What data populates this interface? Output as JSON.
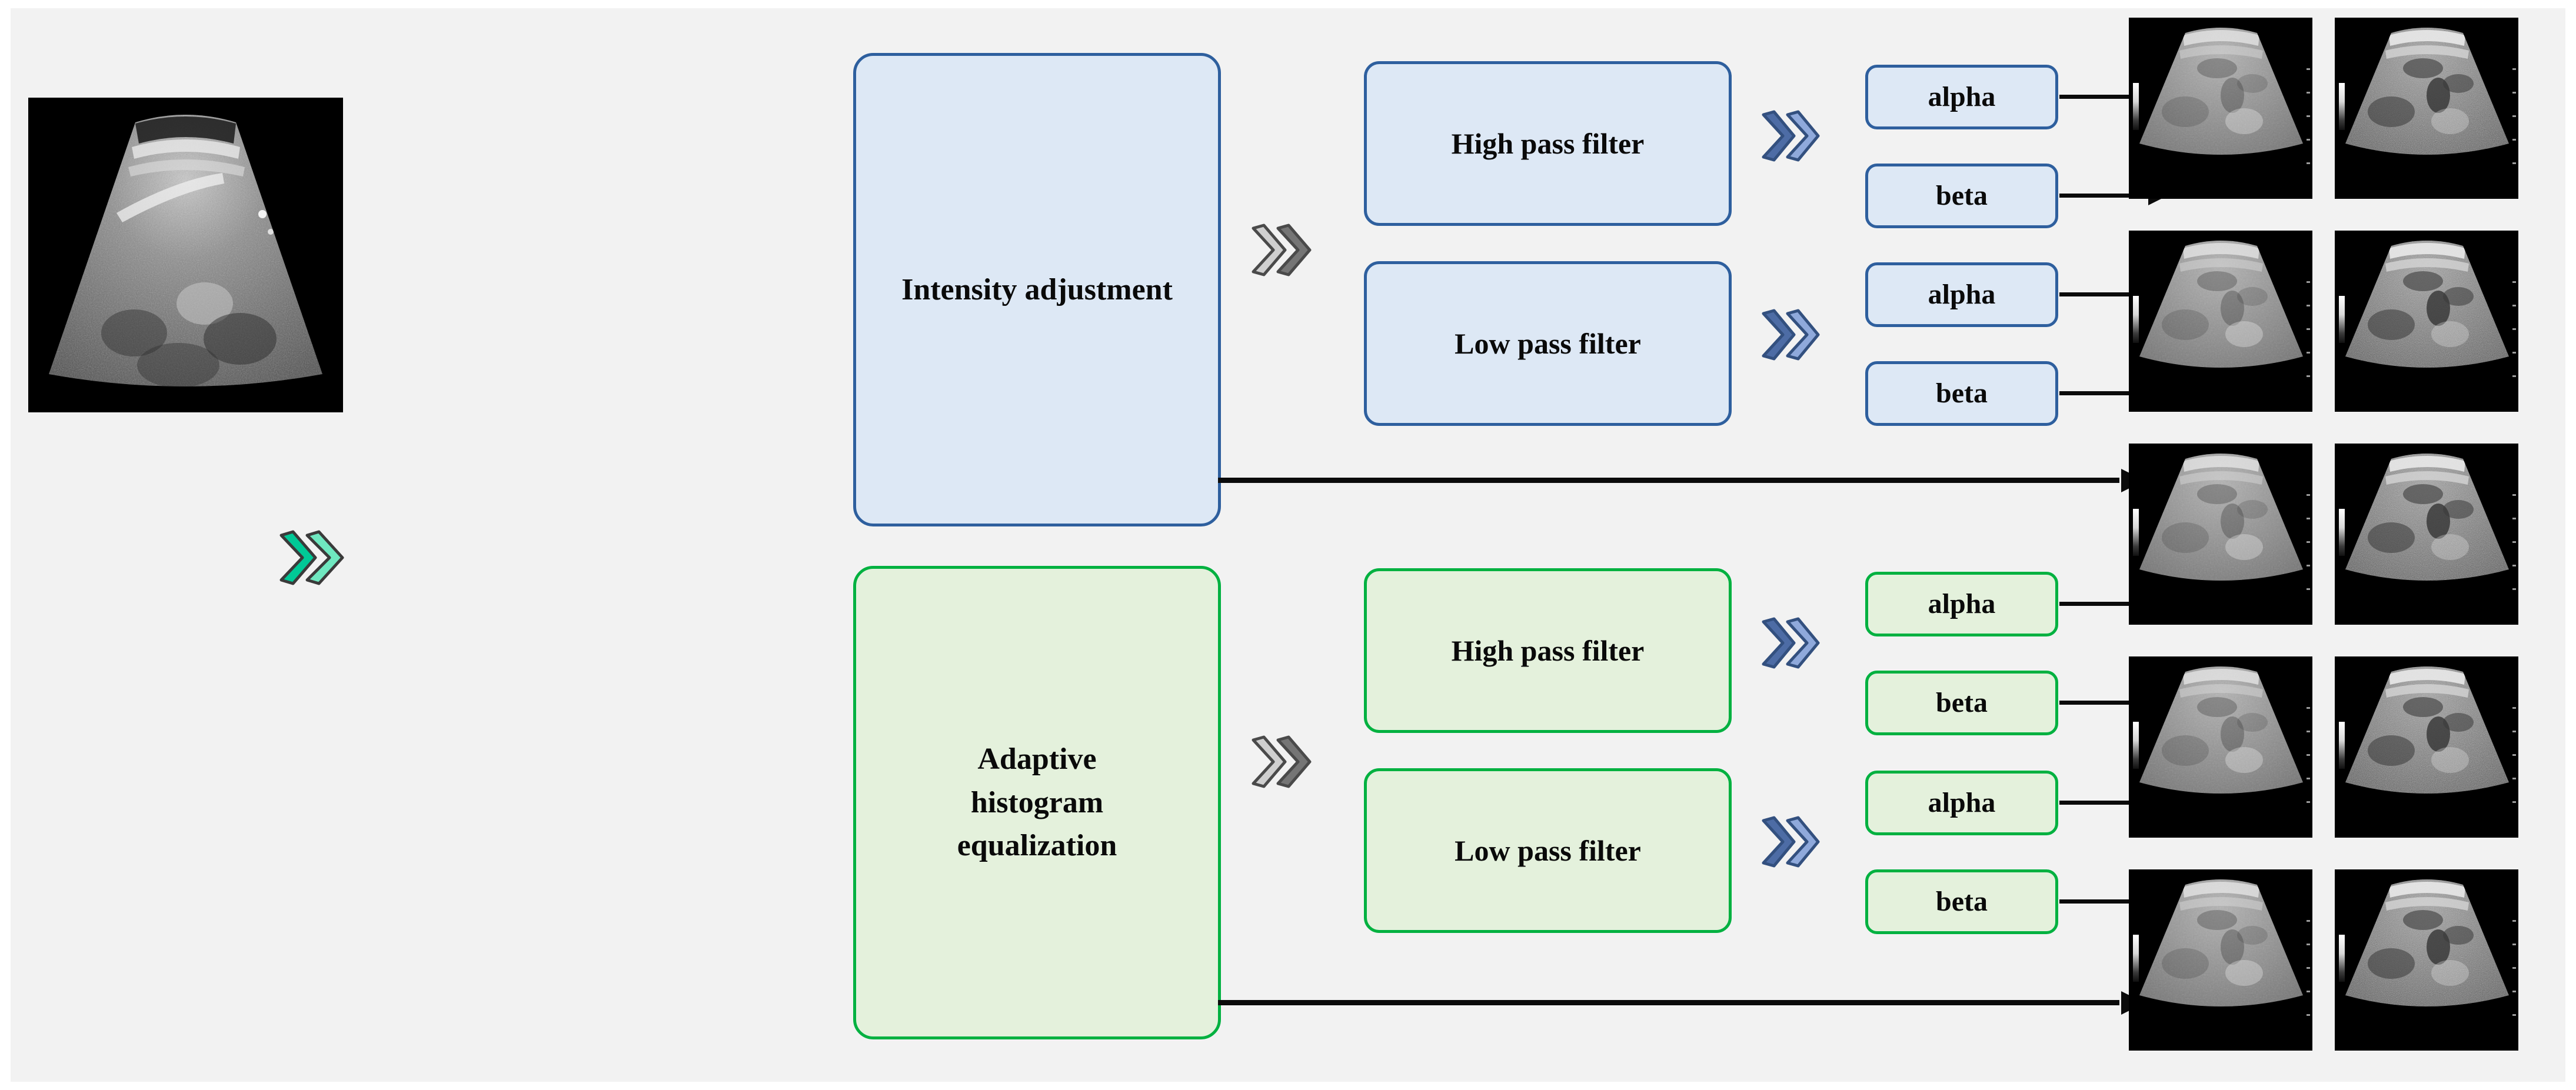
{
  "figure": {
    "type": "pipeline-diagram",
    "domain": "medical-ultrasound-image-enhancement",
    "background_color": "#f2f2f2",
    "border_color": "#ffffff"
  },
  "input": {
    "name": "source-ultrasound-image",
    "modality": "B-mode ultrasound",
    "shape": "sector/fan scan on black background",
    "label": ""
  },
  "connectors": {
    "input_to_branches": {
      "icon": "double-chevron-icon",
      "color_light": "#6fe8c0",
      "color_dark": "#00b888",
      "outline": "#3a3a3a"
    },
    "stage_to_filters": {
      "icon": "double-chevron-icon",
      "color_light": "#cfcfcf",
      "color_dark": "#757575",
      "outline": "#4a4a4a"
    },
    "filter_to_params": {
      "icon": "double-chevron-icon",
      "color_light": "#8fa9db",
      "color_dark": "#4d6ca5",
      "outline": "#33507f"
    },
    "arrow_color": "#0b0b0b"
  },
  "branches": [
    {
      "id": "intensity-adjustment",
      "label": "Intensity adjustment",
      "fill": "#dde8f5",
      "stroke": "#2e5f9e",
      "theme": "blue",
      "filters": [
        {
          "label": "High pass filter",
          "params": [
            {
              "label": "alpha"
            },
            {
              "label": "beta"
            }
          ]
        },
        {
          "label": "Low pass filter",
          "params": [
            {
              "label": "alpha"
            },
            {
              "label": "beta"
            }
          ]
        }
      ],
      "bypass": {
        "label": "",
        "description": "direct output arrow"
      }
    },
    {
      "id": "adaptive-histogram-equalization",
      "label": "Adaptive histogram equalization",
      "fill": "#e4f1dc",
      "stroke": "#00b140",
      "theme": "green",
      "filters": [
        {
          "label": "High pass filter",
          "params": [
            {
              "label": "alpha"
            },
            {
              "label": "beta"
            }
          ]
        },
        {
          "label": "Low pass filter",
          "params": [
            {
              "label": "alpha"
            },
            {
              "label": "beta"
            }
          ]
        }
      ],
      "bypass": {
        "label": "",
        "description": "direct output arrow"
      }
    }
  ],
  "outputs": {
    "grid": {
      "rows": 5,
      "columns": 2
    },
    "column_styles": [
      "smooth-bright",
      "high-contrast-textured"
    ],
    "rows": [
      {
        "index": 1,
        "source": "intensity-adjustment / high pass filter / alpha"
      },
      {
        "index": 2,
        "source": "intensity-adjustment / high pass filter / beta"
      },
      {
        "index": 3,
        "source": "intensity-adjustment / low pass filter / alpha"
      },
      {
        "index": 4,
        "source": "intensity-adjustment / low pass filter / beta"
      },
      {
        "index": 5,
        "source": "intensity-adjustment / bypass"
      }
    ]
  }
}
